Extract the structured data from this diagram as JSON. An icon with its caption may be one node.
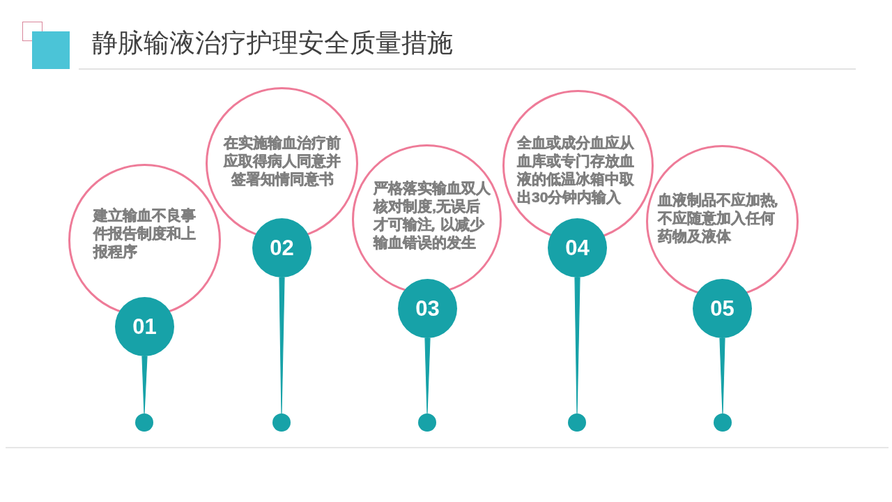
{
  "diagram": {
    "title": "静脉输液治疗护理安全质量措施",
    "nodes": [
      {
        "text": [
          "建立输血不良事件报告制度和上报程序"
        ]
      },
      {
        "text": [
          "01"
        ]
      },
      {
        "text": [],
        "shape": "circle"
      },
      {
        "text": [
          "在实施输血治疗前应取得病人同意并签署知情同意书"
        ]
      },
      {
        "text": [
          "02"
        ]
      },
      {
        "text": [],
        "shape": "circle"
      },
      {
        "text": [
          "严格落实输血双人核对制度,无误后才可输注，以减少输血错误的发生"
        ]
      },
      {
        "text": [
          "03"
        ]
      },
      {
        "text": [],
        "shape": "circle"
      },
      {
        "text": [
          "全血或成分血应从血库或专门存放血液的低温冰箱中取出30分钟内输入"
        ]
      },
      {
        "text": [
          "04"
        ]
      },
      {
        "text": [],
        "shape": "circle"
      },
      {
        "text": [
          "血液制品不应加热，不应随意加入任何药物及液体"
        ]
      },
      {
        "text": [
          "05"
        ]
      },
      {
        "text": [],
        "shape": "circle"
      }
    ],
    "edges": [
      {
        "from": 1,
        "to": 2,
        "arrow": "none"
      },
      {
        "from": 4,
        "to": 5,
        "arrow": "none"
      },
      {
        "from": 7,
        "to": 8,
        "arrow": "none"
      },
      {
        "from": 10,
        "to": 11,
        "arrow": "none"
      },
      {
        "from": 13,
        "to": 14,
        "arrow": "none"
      }
    ]
  }
}
